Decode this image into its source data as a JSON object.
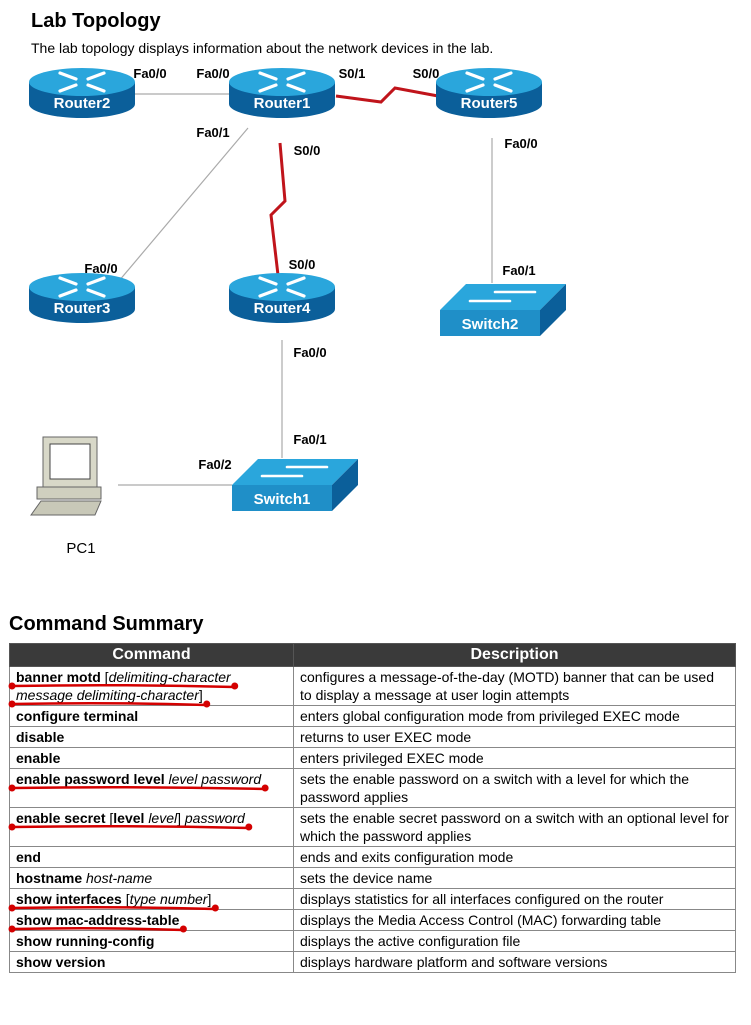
{
  "page": {
    "title": "Lab Topology",
    "subtitle": "The lab topology displays information about the network devices in the lab."
  },
  "topology": {
    "devices": [
      {
        "id": "r2",
        "label": "Router2",
        "type": "router"
      },
      {
        "id": "r1",
        "label": "Router1",
        "type": "router"
      },
      {
        "id": "r5",
        "label": "Router5",
        "type": "router"
      },
      {
        "id": "r3",
        "label": "Router3",
        "type": "router"
      },
      {
        "id": "r4",
        "label": "Router4",
        "type": "router"
      },
      {
        "id": "s2",
        "label": "Switch2",
        "type": "switch"
      },
      {
        "id": "s1",
        "label": "Switch1",
        "type": "switch"
      },
      {
        "id": "pc1",
        "label": "PC1",
        "type": "pc"
      }
    ],
    "interfaces": [
      {
        "device": "r2",
        "label": "Fa0/0"
      },
      {
        "device": "r1",
        "label": "Fa0/0"
      },
      {
        "device": "r1",
        "label": "S0/1"
      },
      {
        "device": "r5",
        "label": "S0/0"
      },
      {
        "device": "r1",
        "label": "Fa0/1"
      },
      {
        "device": "r1",
        "label": "S0/0"
      },
      {
        "device": "r5",
        "label": "Fa0/0"
      },
      {
        "device": "r3",
        "label": "Fa0/0"
      },
      {
        "device": "r4",
        "label": "S0/0"
      },
      {
        "device": "s2",
        "label": "Fa0/1"
      },
      {
        "device": "r4",
        "label": "Fa0/0"
      },
      {
        "device": "s1",
        "label": "Fa0/1"
      },
      {
        "device": "s1",
        "label": "Fa0/2"
      }
    ],
    "links": [
      {
        "from": "r2",
        "to": "r1",
        "kind": "ethernet"
      },
      {
        "from": "r1",
        "to": "r5",
        "kind": "serial"
      },
      {
        "from": "r1",
        "to": "r3",
        "kind": "ethernet"
      },
      {
        "from": "r1",
        "to": "r4",
        "kind": "serial"
      },
      {
        "from": "r5",
        "to": "s2",
        "kind": "ethernet"
      },
      {
        "from": "r4",
        "to": "s1",
        "kind": "ethernet"
      },
      {
        "from": "s1",
        "to": "pc1",
        "kind": "ethernet"
      }
    ],
    "colors": {
      "router_top": "#2aa6dc",
      "router_side": "#0b5f9a",
      "serial": "#c0141b",
      "link": "#aaaaaa"
    }
  },
  "summary": {
    "title": "Command Summary",
    "col_command": "Command",
    "col_description": "Description",
    "rows": [
      {
        "cmd": [
          {
            "t": "banner motd",
            "s": "b"
          },
          {
            "t": " [",
            "s": ""
          },
          {
            "t": "delimiting-character message delimiting-character",
            "s": "i"
          },
          {
            "t": "]",
            "s": ""
          }
        ],
        "desc": "configures a message-of-the-day (MOTD) banner that can be used to display a message at user login attempts",
        "marked": true
      },
      {
        "cmd": [
          {
            "t": "configure terminal",
            "s": "b"
          }
        ],
        "desc": "enters global configuration mode from privileged EXEC mode",
        "marked": false
      },
      {
        "cmd": [
          {
            "t": "disable",
            "s": "b"
          }
        ],
        "desc": "returns to user EXEC mode",
        "marked": false
      },
      {
        "cmd": [
          {
            "t": "enable",
            "s": "b"
          }
        ],
        "desc": "enters privileged EXEC mode",
        "marked": false
      },
      {
        "cmd": [
          {
            "t": "enable password level",
            "s": "b"
          },
          {
            "t": " ",
            "s": ""
          },
          {
            "t": "level password",
            "s": "i"
          }
        ],
        "desc": "sets the enable password on a switch with a level for which the password applies",
        "marked": true
      },
      {
        "cmd": [
          {
            "t": "enable secret",
            "s": "b"
          },
          {
            "t": " [",
            "s": ""
          },
          {
            "t": "level",
            "s": "b"
          },
          {
            "t": " ",
            "s": ""
          },
          {
            "t": "level",
            "s": "i"
          },
          {
            "t": "] ",
            "s": ""
          },
          {
            "t": "password",
            "s": "i"
          }
        ],
        "desc": "sets the enable secret password on a switch with an optional level for which the password applies",
        "marked": true
      },
      {
        "cmd": [
          {
            "t": "end",
            "s": "b"
          }
        ],
        "desc": "ends and exits configuration mode",
        "marked": false
      },
      {
        "cmd": [
          {
            "t": "hostname",
            "s": "b"
          },
          {
            "t": " ",
            "s": ""
          },
          {
            "t": "host-name",
            "s": "i"
          }
        ],
        "desc": "sets the device name",
        "marked": false
      },
      {
        "cmd": [
          {
            "t": "show interfaces",
            "s": "b"
          },
          {
            "t": " [",
            "s": ""
          },
          {
            "t": "type number",
            "s": "i"
          },
          {
            "t": "]",
            "s": ""
          }
        ],
        "desc": "displays statistics for all interfaces configured on the router",
        "marked": true
      },
      {
        "cmd": [
          {
            "t": "show mac-address-table",
            "s": "b"
          }
        ],
        "desc": "displays the Media Access Control (MAC) forwarding table",
        "marked": true
      },
      {
        "cmd": [
          {
            "t": "show running-config",
            "s": "b"
          }
        ],
        "desc": "displays the active configuration file",
        "marked": false
      },
      {
        "cmd": [
          {
            "t": "show version",
            "s": "b"
          }
        ],
        "desc": "displays hardware platform and software versions",
        "marked": false
      }
    ]
  }
}
